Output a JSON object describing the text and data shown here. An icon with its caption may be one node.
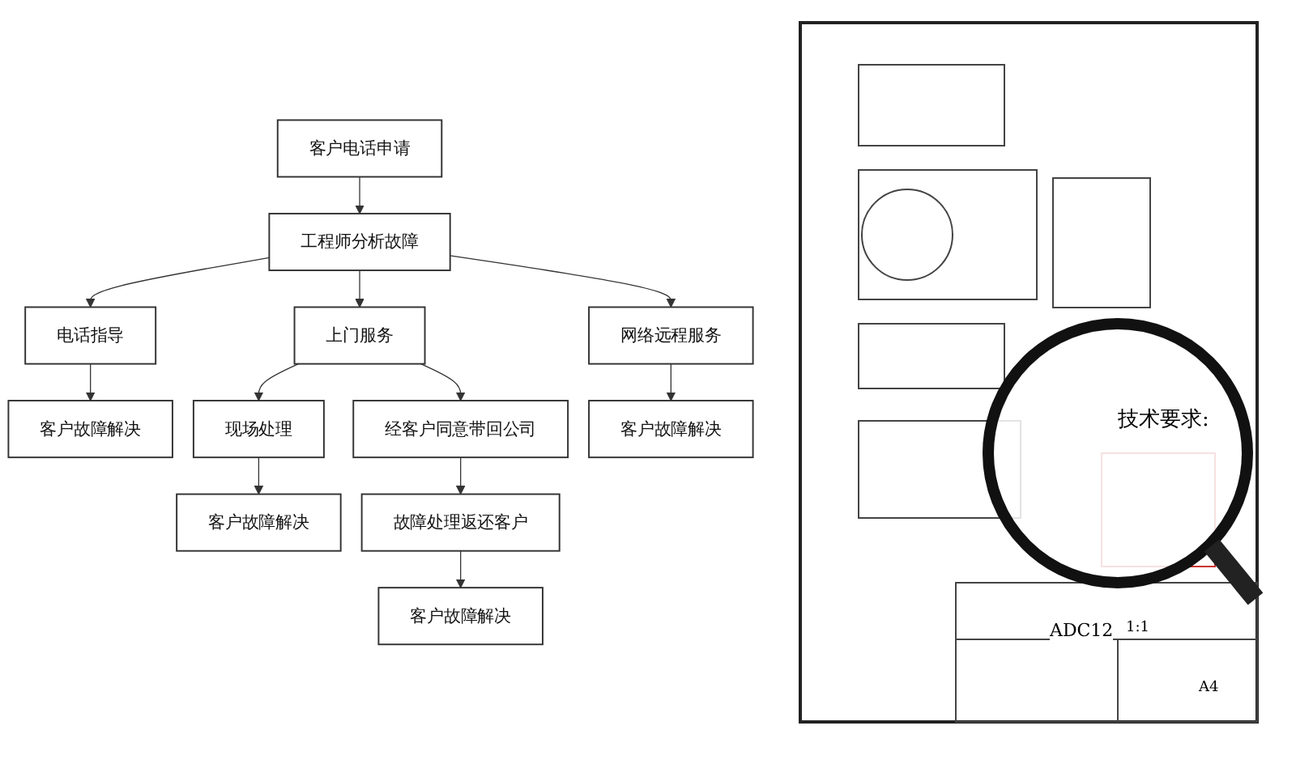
{
  "diagram": {
    "nodes": [
      {
        "text": [
          "客户电话申请"
        ]
      },
      {
        "text": [
          "工程师分析故障"
        ]
      },
      {
        "text": [
          "电话指导"
        ]
      },
      {
        "text": [
          "上门服务"
        ]
      },
      {
        "text": [
          "网络远程服务"
        ]
      },
      {
        "text": [
          "客户故障解决"
        ]
      },
      {
        "text": [
          "现场处理"
        ]
      },
      {
        "text": [
          "经客户同意带回公司"
        ]
      },
      {
        "text": [
          "客户故障解决"
        ]
      },
      {
        "text": [
          "客户故障解决"
        ]
      },
      {
        "text": [
          "故障处理返还客户"
        ]
      },
      {
        "text": [
          "客户故障解决"
        ]
      }
    ],
    "edges": [
      {
        "from": 0,
        "to": 1,
        "arrow": "to"
      },
      {
        "from": 1,
        "to": 2,
        "arrow": "to"
      },
      {
        "from": 1,
        "to": 3,
        "arrow": "to"
      },
      {
        "from": 1,
        "to": 4,
        "arrow": "to"
      },
      {
        "from": 2,
        "to": 5,
        "arrow": "to"
      },
      {
        "from": 3,
        "to": 6,
        "arrow": "to"
      },
      {
        "from": 3,
        "to": 7,
        "arrow": "to"
      },
      {
        "from": 4,
        "to": 8,
        "arrow": "to"
      },
      {
        "from": 6,
        "to": 9,
        "arrow": "to"
      },
      {
        "from": 7,
        "to": 10,
        "arrow": "to"
      },
      {
        "from": 10,
        "to": 11,
        "arrow": "to"
      }
    ],
    "labels": [
      "技术要求:",
      "ADC12",
      "1:1",
      "A4"
    ]
  }
}
